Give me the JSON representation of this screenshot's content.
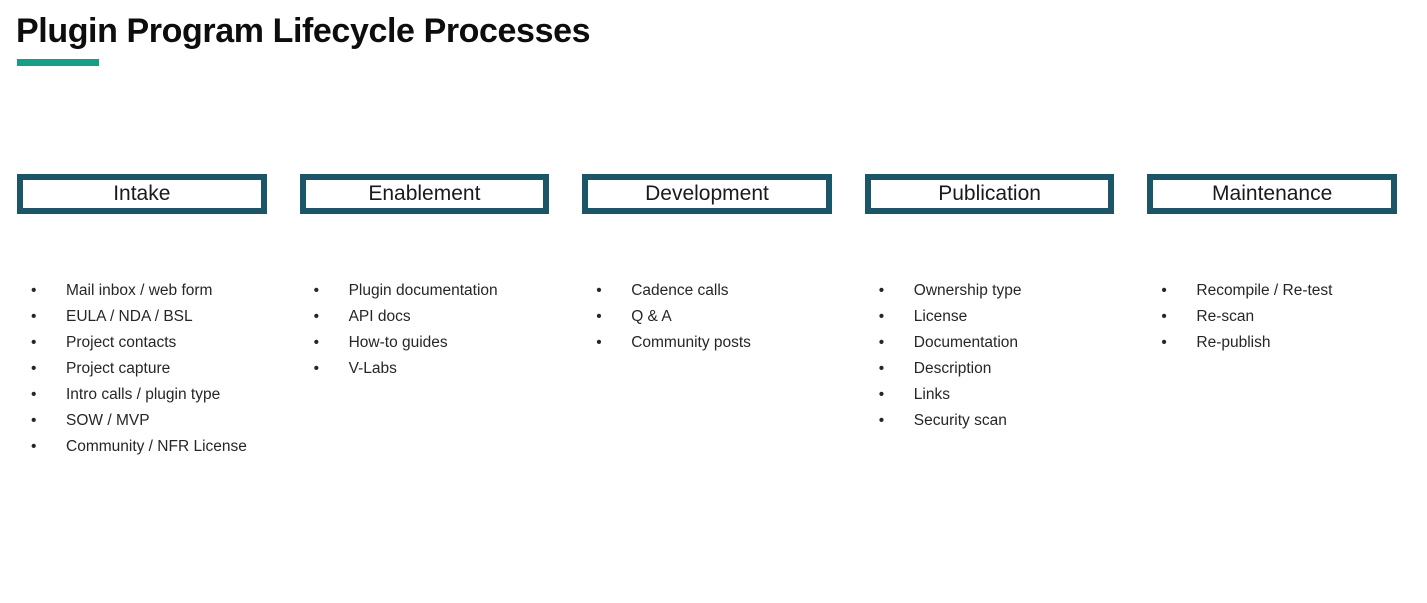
{
  "header": {
    "title": "Plugin Program Lifecycle Processes",
    "accent_color": "#15a086"
  },
  "theme": {
    "box_border_color": "#1a5568",
    "text_color": "#262626",
    "background": "#ffffff"
  },
  "bullet_glyph": "•",
  "stages": [
    {
      "name": "Intake",
      "items": [
        "Mail inbox / web form",
        "EULA / NDA / BSL",
        "Project contacts",
        "Project capture",
        "Intro calls / plugin type",
        "SOW / MVP",
        "Community / NFR License"
      ]
    },
    {
      "name": "Enablement",
      "items": [
        "Plugin documentation",
        "API docs",
        "How-to guides",
        "V-Labs"
      ]
    },
    {
      "name": "Development",
      "items": [
        "Cadence calls",
        "Q & A",
        "Community posts"
      ]
    },
    {
      "name": "Publication",
      "items": [
        "Ownership type",
        "License",
        "Documentation",
        "Description",
        "Links",
        "Security scan"
      ]
    },
    {
      "name": "Maintenance",
      "items": [
        "Recompile / Re-test",
        "Re-scan",
        "Re-publish"
      ]
    }
  ]
}
